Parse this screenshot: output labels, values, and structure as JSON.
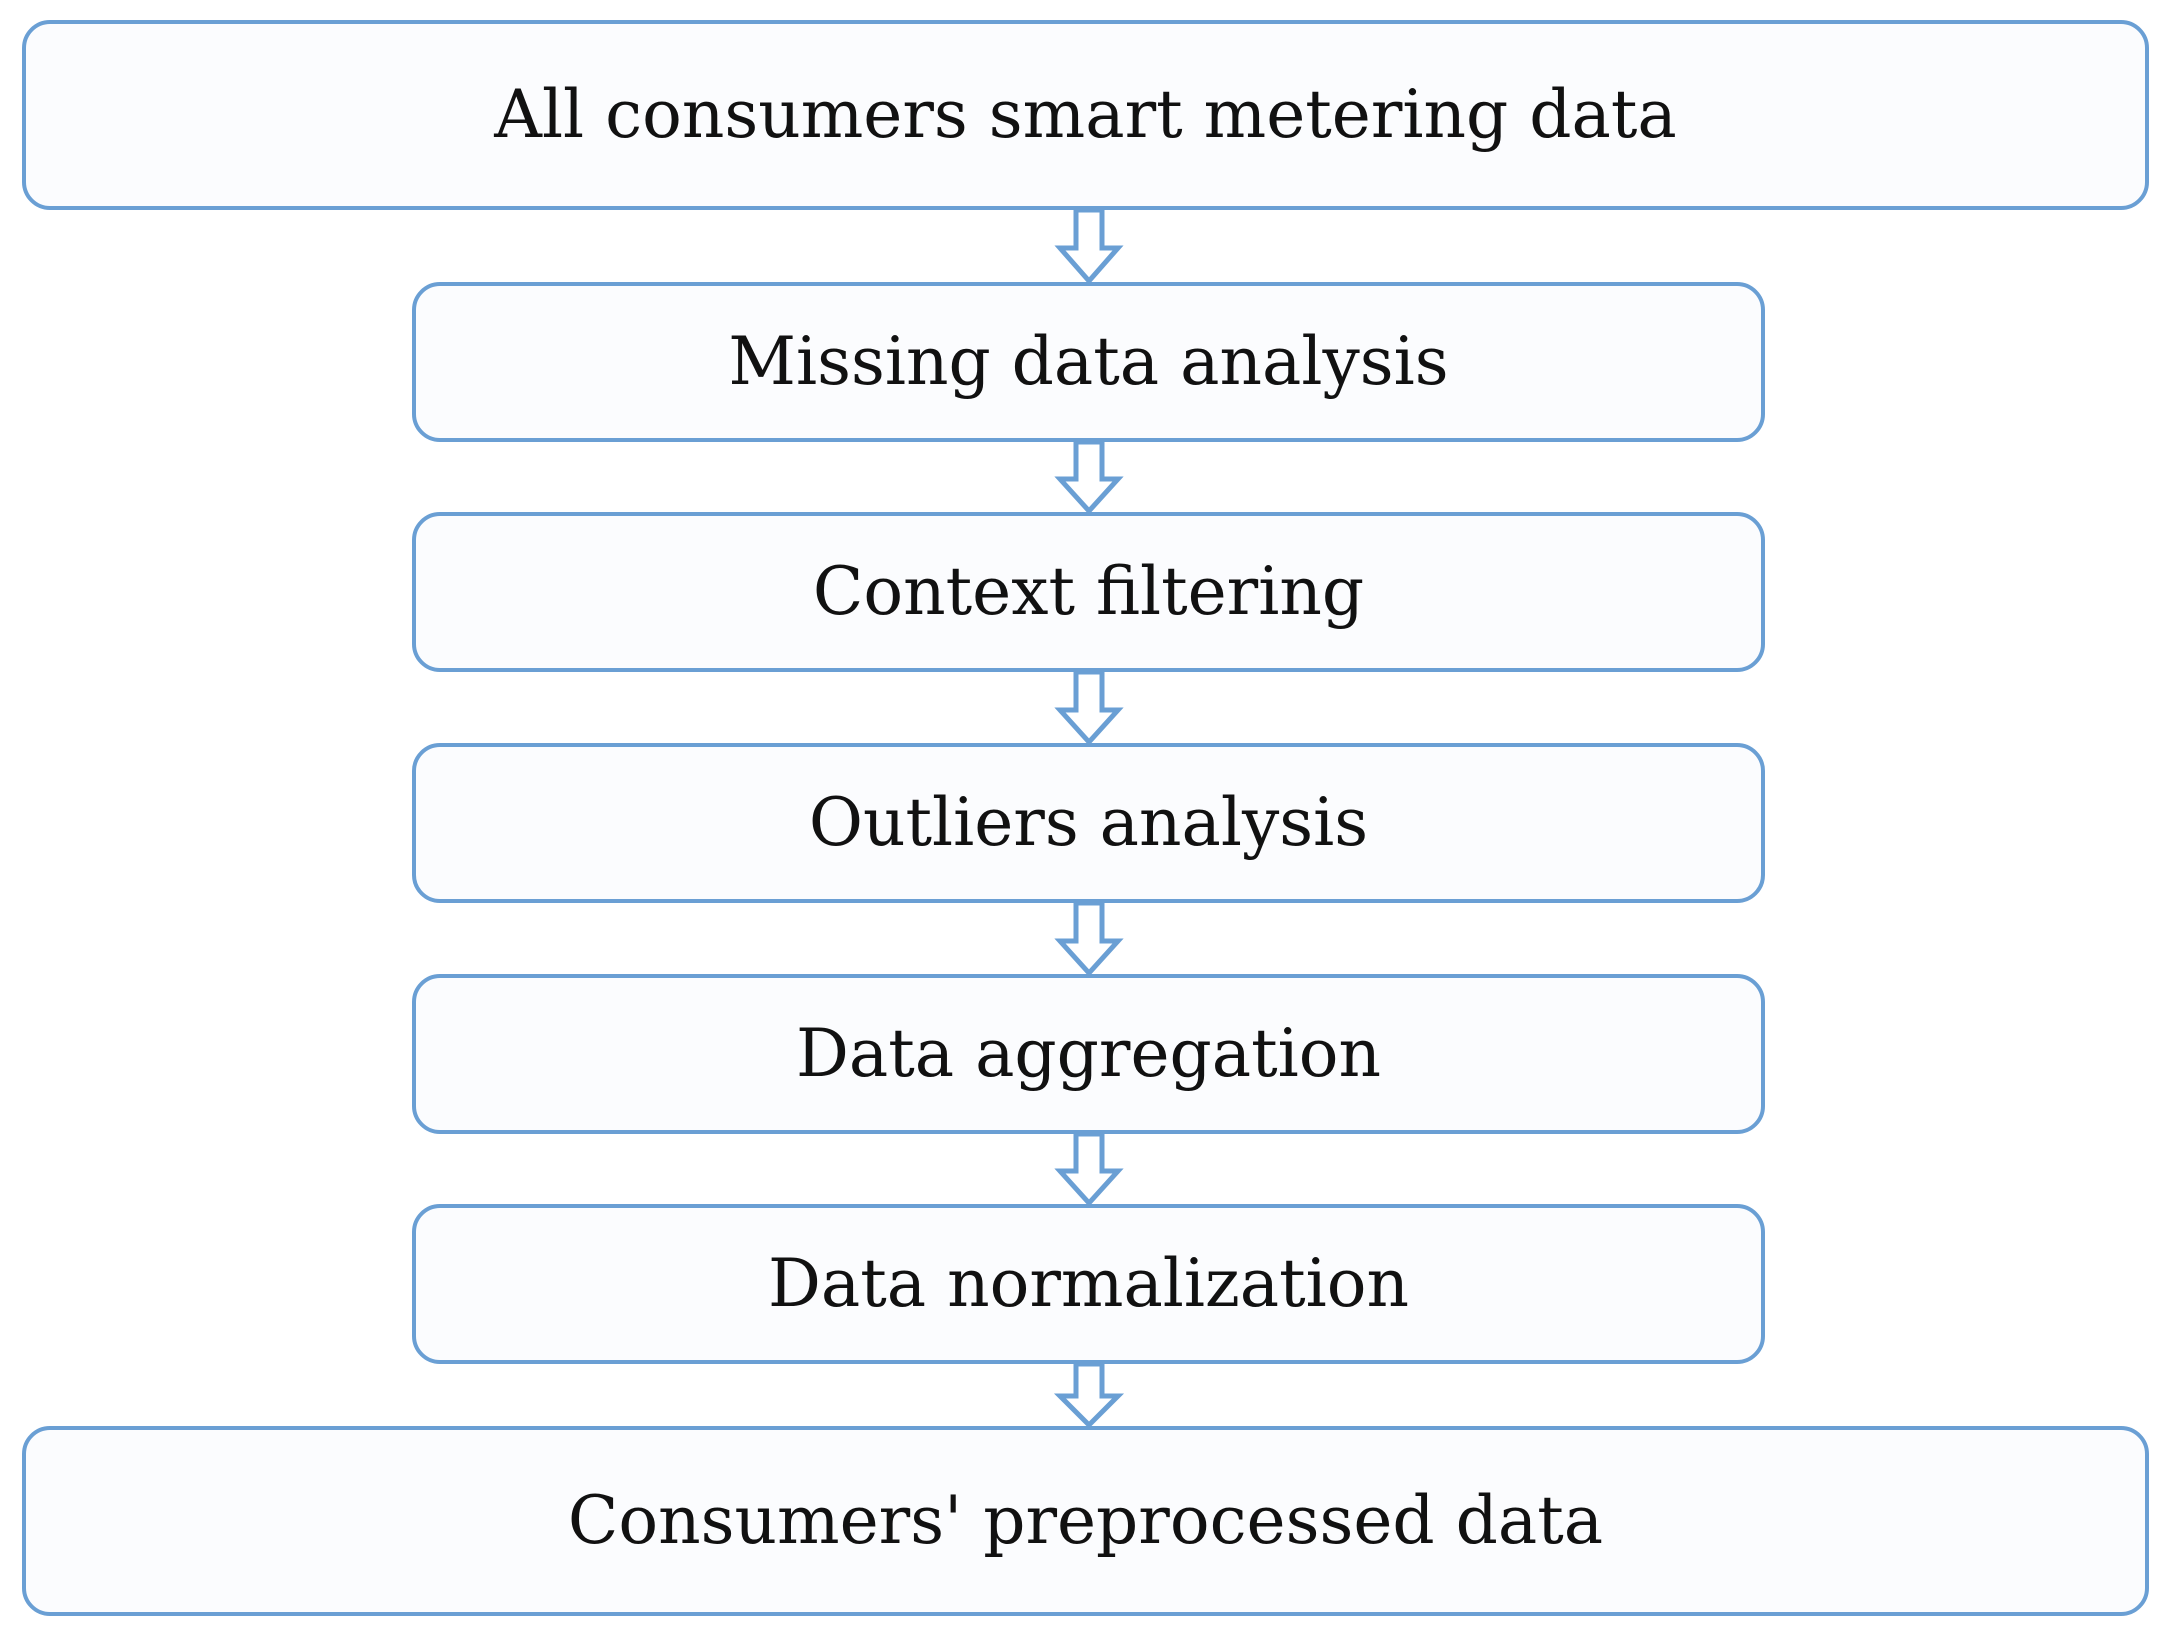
{
  "flow": {
    "steps": [
      {
        "label": "All consumers smart metering data"
      },
      {
        "label": "Missing data analysis"
      },
      {
        "label": "Context filtering"
      },
      {
        "label": "Outliers analysis"
      },
      {
        "label": "Data aggregation"
      },
      {
        "label": "Data normalization"
      },
      {
        "label": "Consumers' preprocessed data"
      }
    ]
  },
  "colors": {
    "box_border": "#6a9fd4",
    "box_fill": "#fbfcfe",
    "arrow_stroke": "#6a9fd4",
    "text": "#111111"
  }
}
